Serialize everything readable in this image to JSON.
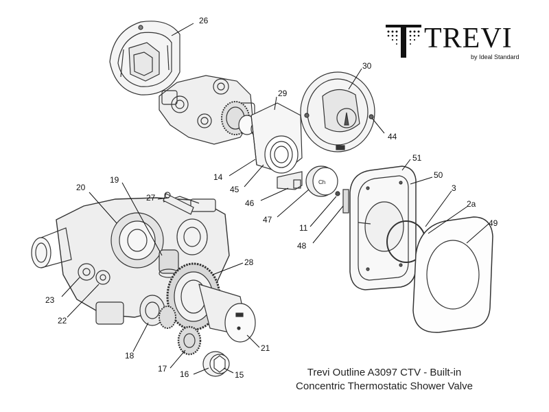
{
  "brand": {
    "name": "TREVI",
    "tagline": "by Ideal Standard"
  },
  "caption": {
    "line1": "Trevi Outline A3097 CTV - Built-in",
    "line2": "Concentric Thermostatic Shower Valve"
  },
  "callouts": {
    "c26": "26",
    "c30": "30",
    "c29": "29",
    "c44": "44",
    "c14": "14",
    "c45": "45",
    "c46": "46",
    "c47": "47",
    "c11": "11",
    "c48": "48",
    "c51": "51",
    "c50": "50",
    "c3": "3",
    "c2a": "2a",
    "c49": "49",
    "c20": "20",
    "c19": "19",
    "c27": "27",
    "c28": "28",
    "c23": "23",
    "c22": "22",
    "c18": "18",
    "c17": "17",
    "c16": "16",
    "c15": "15",
    "c21": "21"
  }
}
